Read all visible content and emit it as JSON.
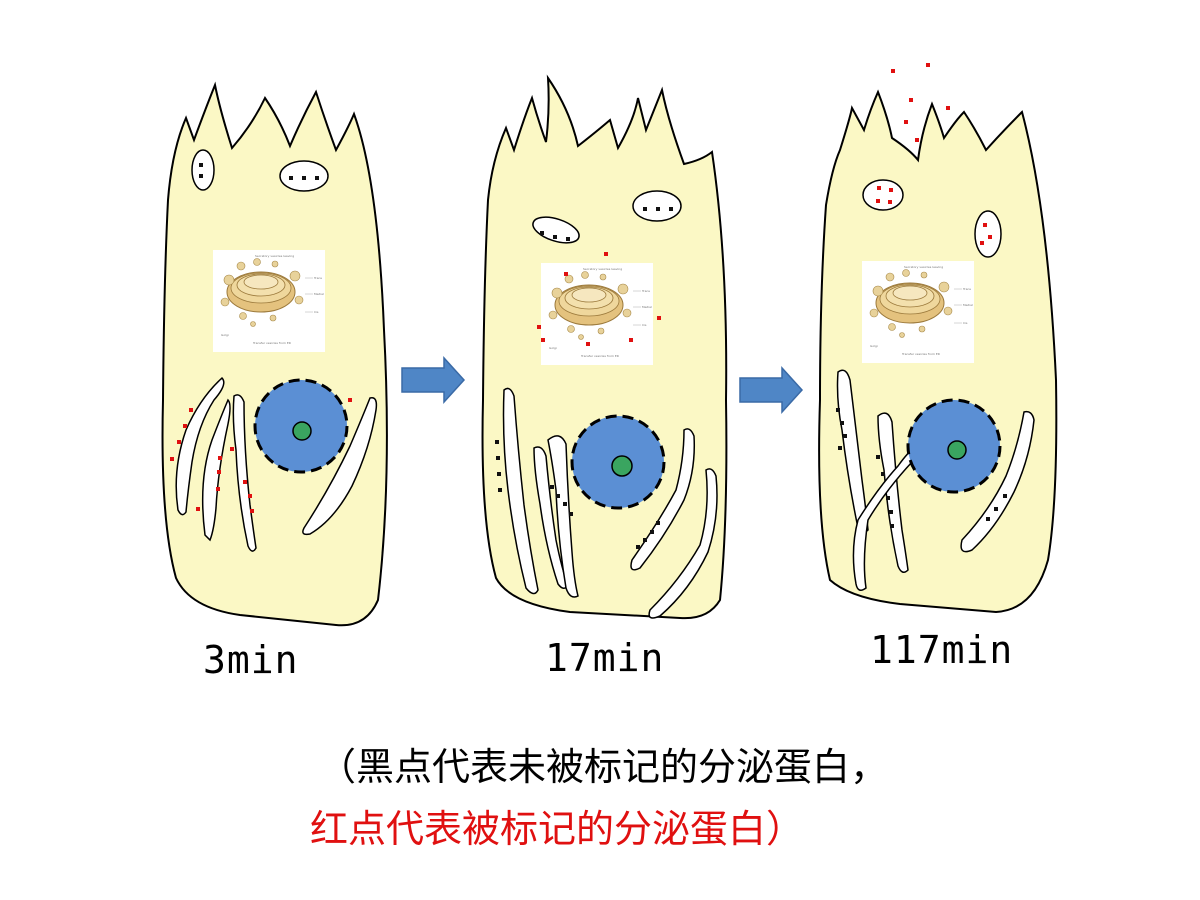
{
  "stages": [
    {
      "time_label": "3min"
    },
    {
      "time_label": "17min"
    },
    {
      "time_label": "117min"
    }
  ],
  "caption": {
    "line1": "（黑点代表未被标记的分泌蛋白，",
    "line2": "红点代表被标记的分泌蛋白）"
  },
  "colors": {
    "cell_fill": "#fbf8c5",
    "nucleus": "#5b8fd4",
    "nucleolus": "#3aa560",
    "arrow": "#4f86c6",
    "labeled_dot": "#e01010",
    "unlabeled_dot": "#111111",
    "caption_red": "#e01010"
  },
  "legend": {
    "unlabeled": "black-dot",
    "labeled": "red-dot"
  }
}
